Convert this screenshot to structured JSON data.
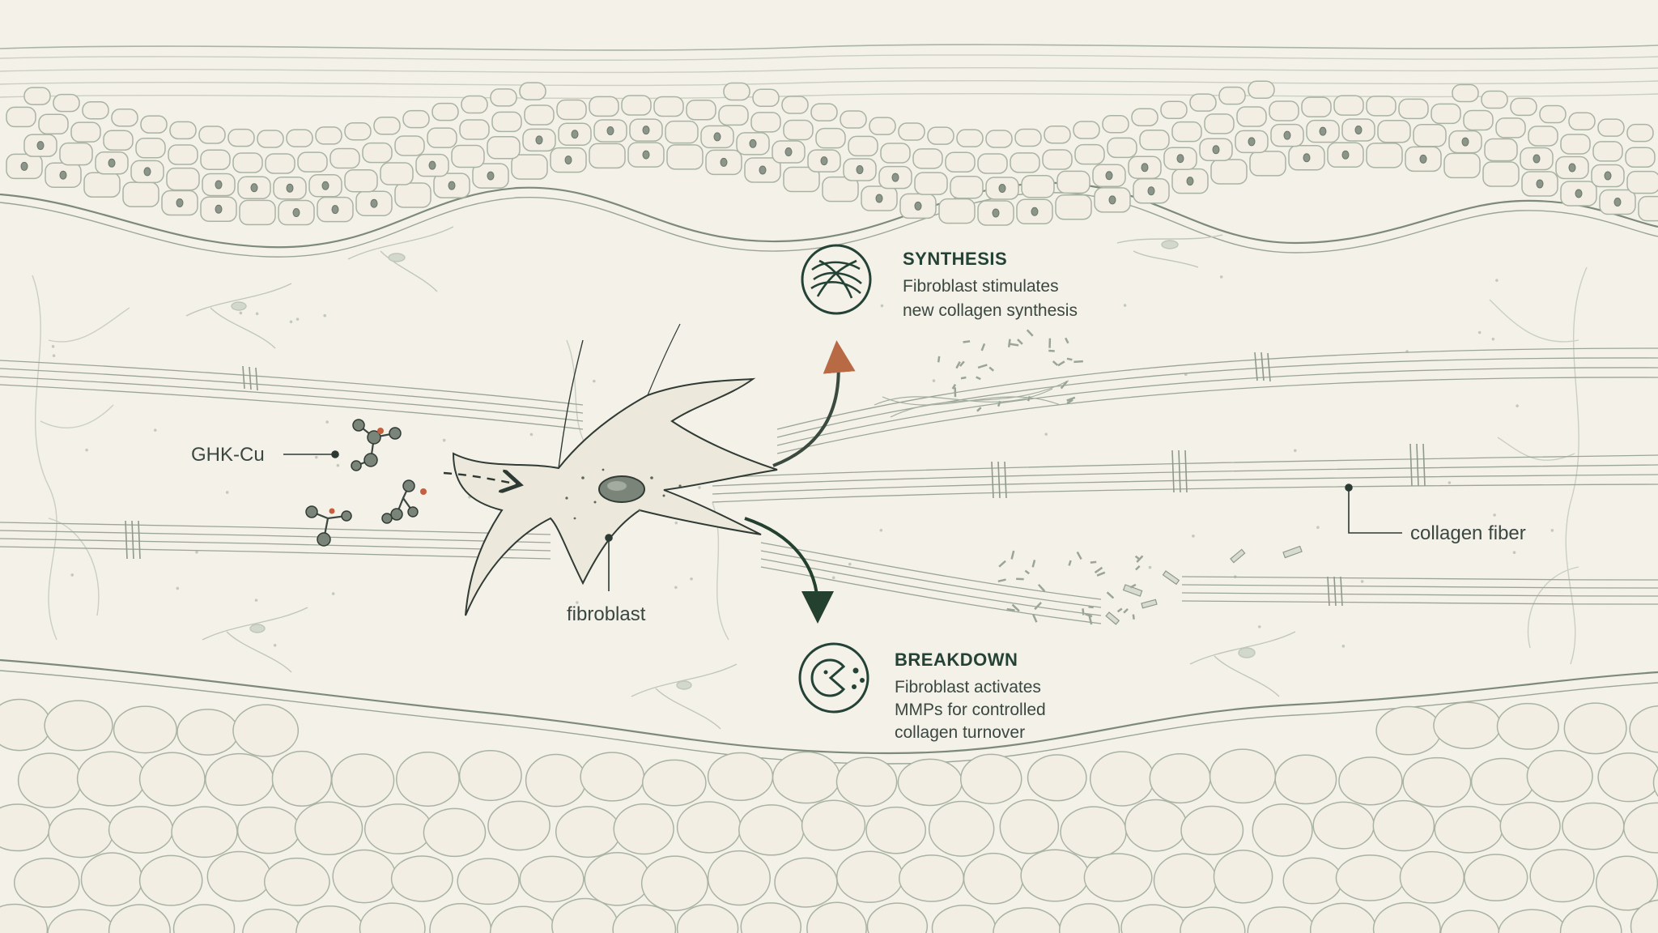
{
  "labels": {
    "ghk_cu": "GHK-Cu",
    "fibroblast": "fibroblast",
    "collagen_fiber": "collagen fiber"
  },
  "synthesis": {
    "title": "SYNTHESIS",
    "line1": "Fibroblast stimulates",
    "line2": "new collagen synthesis"
  },
  "breakdown": {
    "title": "BREAKDOWN",
    "line1": "Fibroblast activates",
    "line2": "MMPs for controlled",
    "line3": "collagen turnover"
  },
  "colors": {
    "background": "#f4f1e9",
    "ink": "#2c3a33",
    "dark_green": "#244235",
    "synthesis_arrow": "#b86a45",
    "breakdown_arrow": "#24402f",
    "copper_dot": "#c4603e"
  },
  "icons": [
    "collagen-weave-icon",
    "enzyme-pacman-icon"
  ]
}
